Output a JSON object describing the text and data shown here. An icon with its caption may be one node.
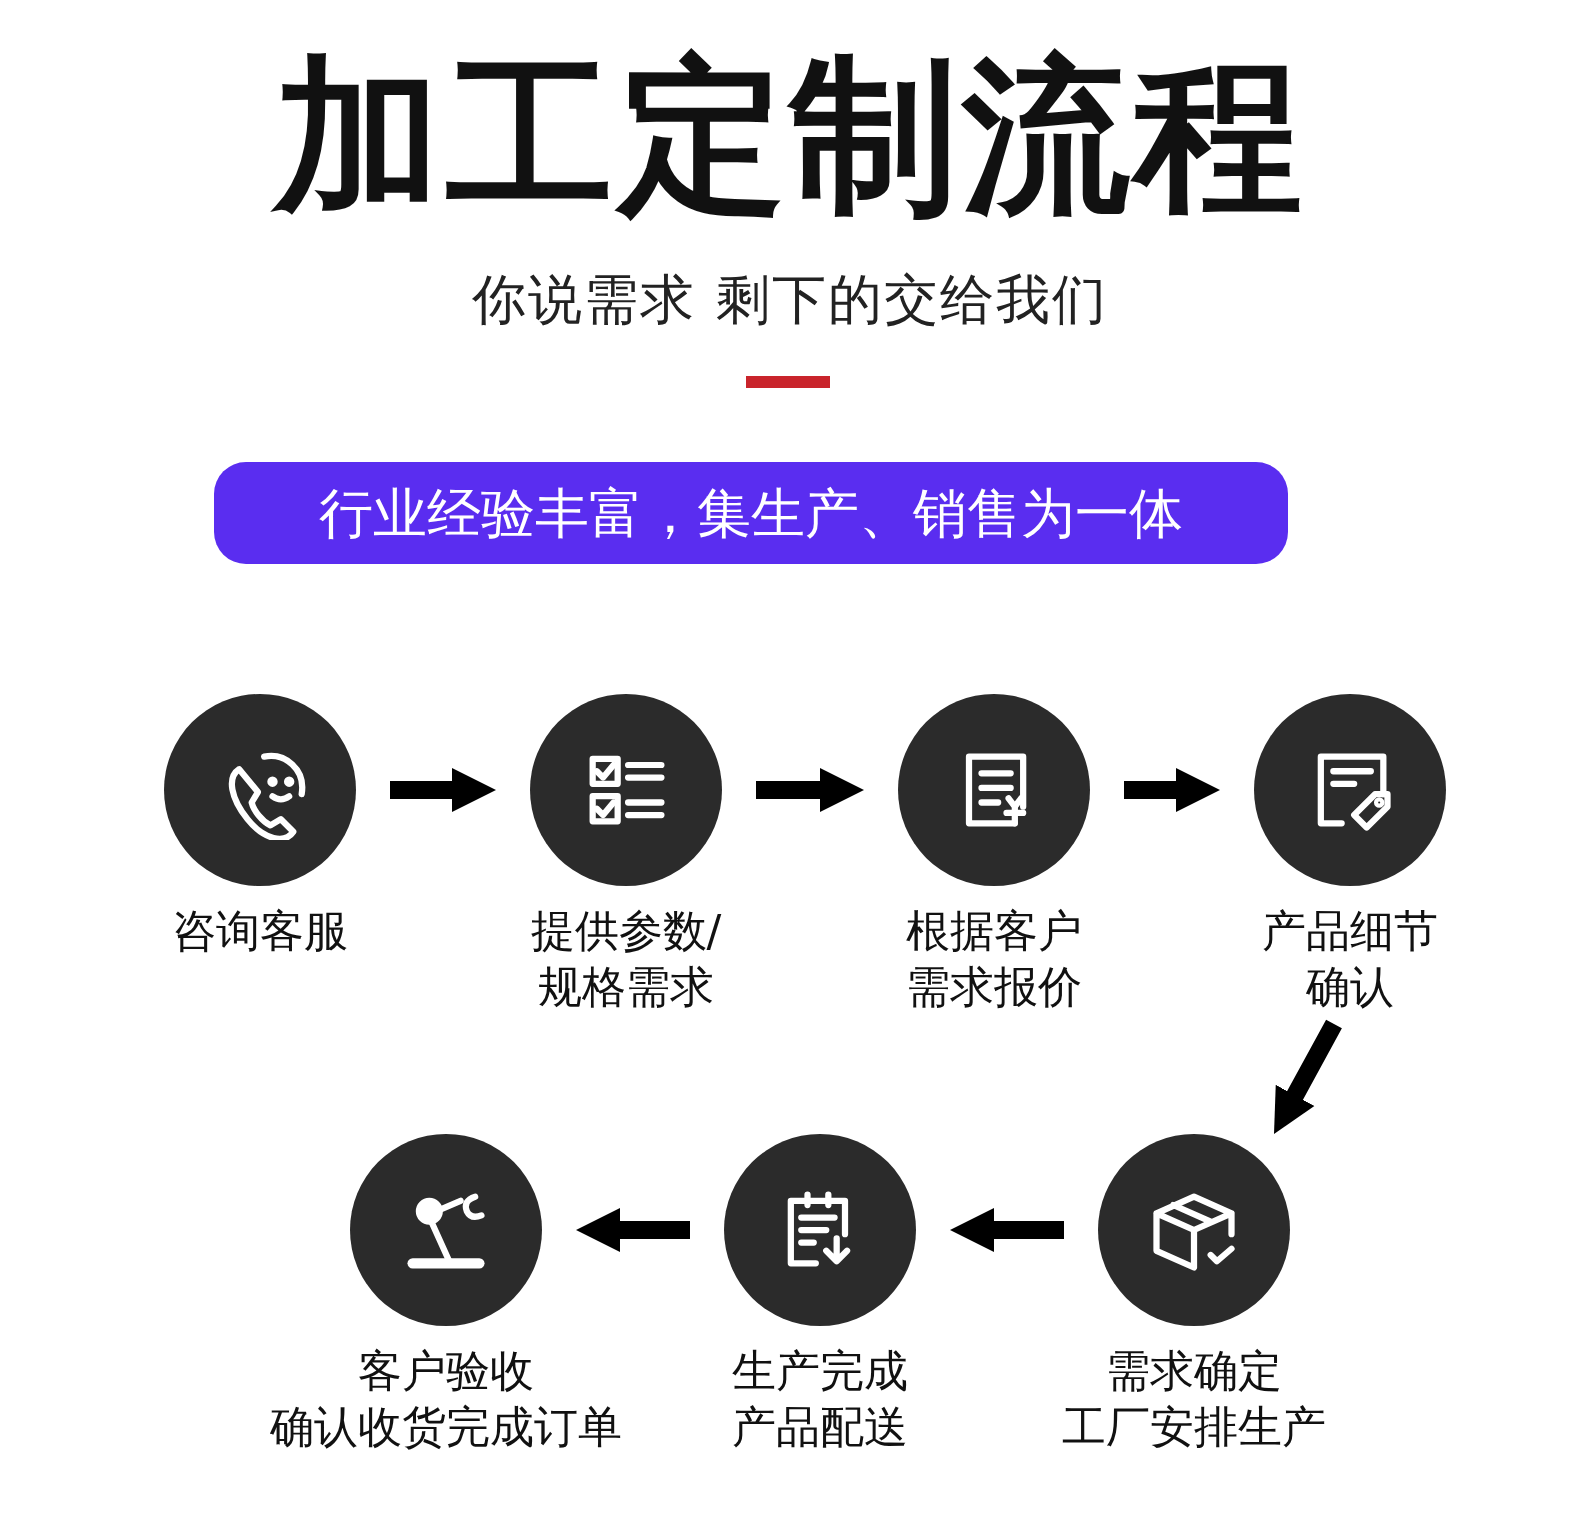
{
  "diagram": {
    "title": "加工定制流程",
    "nodes": [
      {
        "text": [
          "行业经验丰富，集生产、销售为一体"
        ]
      },
      {
        "text": [
          "咨询客服"
        ]
      },
      {
        "text": [
          "提供参数/规格需求"
        ]
      },
      {
        "text": [
          "根据客户需求报价"
        ]
      },
      {
        "text": [
          "产品细节确认"
        ]
      },
      {
        "text": [
          "需求确定工厂安排生产"
        ]
      },
      {
        "text": [
          "生产完成产品配送"
        ]
      },
      {
        "text": [
          "客户验收确认收货完成订单"
        ]
      }
    ],
    "edges": [
      {
        "from": 1,
        "to": 2,
        "arrow": "to"
      },
      {
        "from": 2,
        "to": 3,
        "arrow": "to"
      },
      {
        "from": 3,
        "to": 4,
        "arrow": "to"
      },
      {
        "from": 4,
        "to": 5,
        "arrow": "to"
      },
      {
        "from": 5,
        "to": 6,
        "arrow": "to"
      },
      {
        "from": 6,
        "to": 7,
        "arrow": "to"
      }
    ],
    "labels": [
      "你说需求 剩下的交给我们"
    ]
  }
}
